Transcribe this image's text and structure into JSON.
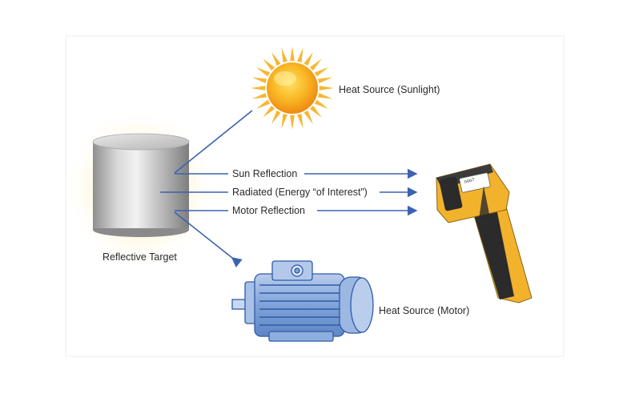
{
  "labels": {
    "heat_source_sun": "Heat Source (Sunlight)",
    "sun_reflection": "Sun Reflection",
    "radiated": "Radiated (Energy “of Interest”)",
    "motor_reflection": "Motor Reflection",
    "reflective_target": "Reflective Target",
    "heat_source_motor": "Heat Source (Motor)"
  },
  "thermometer": {
    "brand_text": "ooo7"
  },
  "colors": {
    "arrow": "#3b63b0",
    "sun_core": "#f5a623",
    "sun_rays": "#f7b733",
    "motor_blue": "#7fa3d9",
    "motor_outline": "#2f5aa8",
    "gun_yellow": "#f2b22c",
    "gun_dark": "#2b2b2b",
    "cylinder": "#c8c8c8",
    "glow": "#fff1c2"
  }
}
